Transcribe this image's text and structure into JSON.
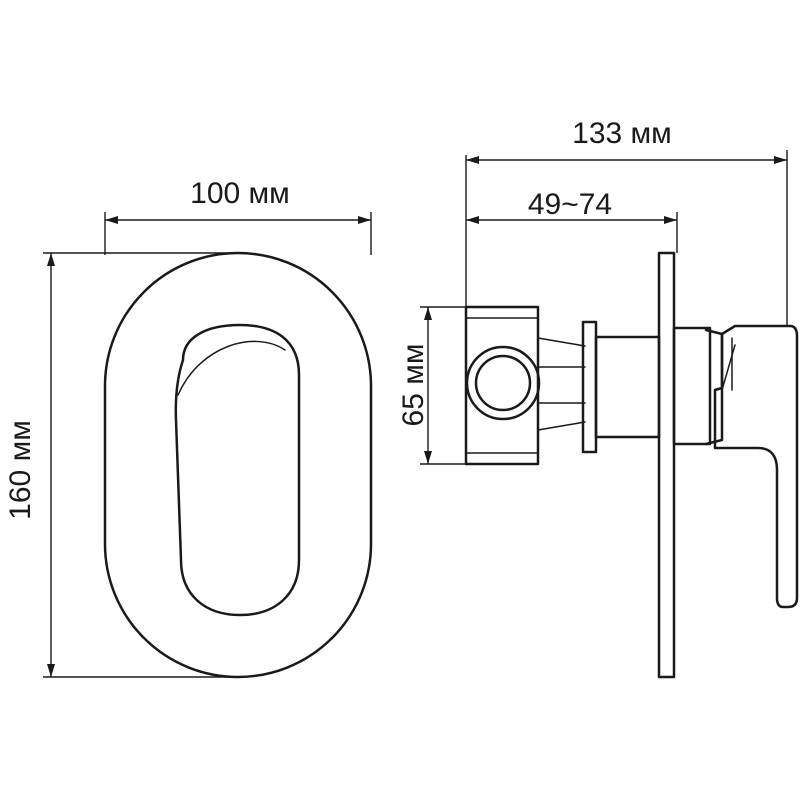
{
  "dimensions": {
    "front_width": "100 мм",
    "front_height": "160 мм",
    "side_total_depth": "133 мм",
    "side_install_depth": "49~74",
    "side_body_height": "65 мм"
  },
  "colors": {
    "line": "#1a1a1a",
    "background": "#ffffff"
  }
}
